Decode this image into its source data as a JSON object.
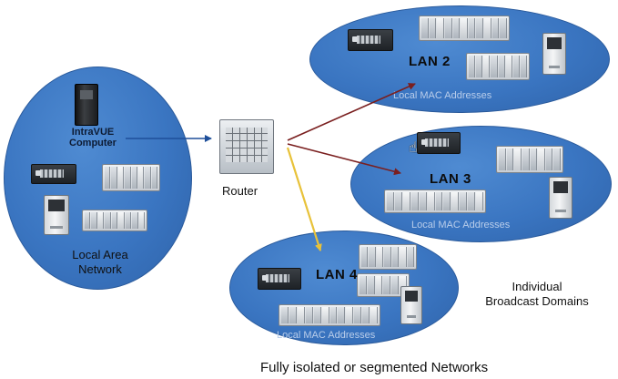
{
  "local_network": {
    "computer_label_1": "IntraVUE",
    "computer_label_2": "Computer",
    "label_1": "Local Area",
    "label_2": "Network"
  },
  "router": {
    "label": "Router"
  },
  "lan2": {
    "title": "LAN 2",
    "mac_label": "Local MAC Addresses"
  },
  "lan3": {
    "title": "LAN 3",
    "mac_label": "Local MAC Addresses"
  },
  "lan4": {
    "title": "LAN 4",
    "mac_label": "Local MAC Addresses"
  },
  "domains": {
    "line_1": "Individual",
    "line_2": "Broadcast Domains"
  },
  "caption": "Fully isolated or segmented Networks",
  "colors": {
    "ellipse_fill": "#3a75c1",
    "arrow_local": "#1e4f9a",
    "arrow_lan2": "#7a1f1f",
    "arrow_lan3": "#7a1f1f",
    "arrow_lan4": "#e8c23a"
  },
  "icons": {
    "computer": "pc-tower-icon",
    "router": "router-icon",
    "switch": "switch-icon",
    "plc": "plc-rack-icon",
    "tower": "tower-server-icon",
    "cursor": "hand-cursor-icon"
  }
}
